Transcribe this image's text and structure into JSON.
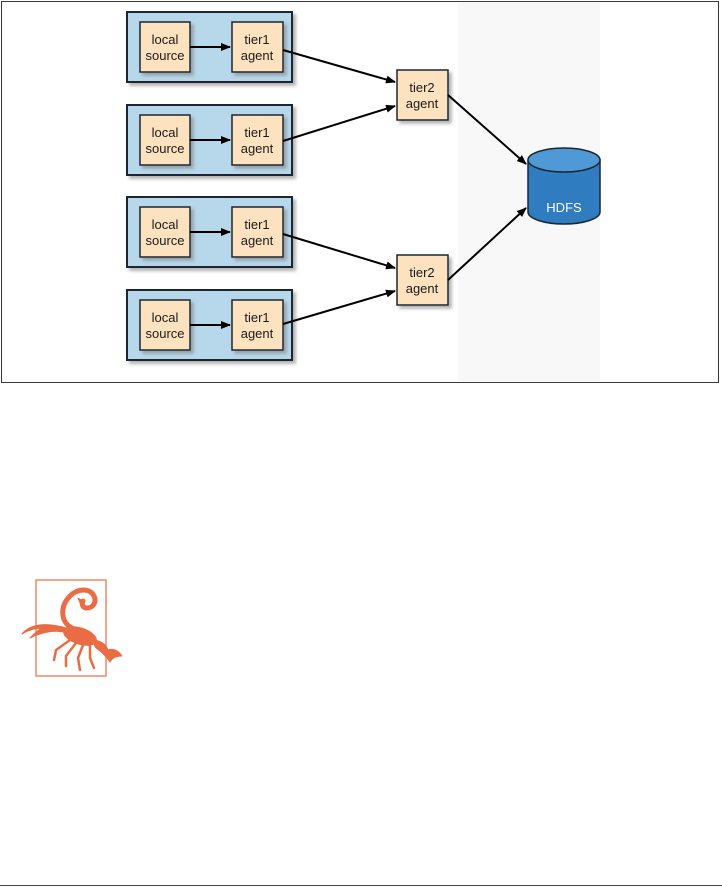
{
  "diagram": {
    "groups": [
      {
        "source_label": [
          "local",
          "source"
        ],
        "agent_label": [
          "tier1",
          "agent"
        ]
      },
      {
        "source_label": [
          "local",
          "source"
        ],
        "agent_label": [
          "tier1",
          "agent"
        ]
      },
      {
        "source_label": [
          "local",
          "source"
        ],
        "agent_label": [
          "tier1",
          "agent"
        ]
      },
      {
        "source_label": [
          "local",
          "source"
        ],
        "agent_label": [
          "tier1",
          "agent"
        ]
      }
    ],
    "tier2_agents": [
      {
        "label": [
          "tier2",
          "agent"
        ]
      },
      {
        "label": [
          "tier2",
          "agent"
        ]
      }
    ],
    "sink": {
      "label": "HDFS"
    }
  },
  "icons": {
    "warning": "scorpion-icon"
  },
  "colors": {
    "group_fill": "#b7d7ea",
    "group_border": "#1b2630",
    "node_fill": "#fde2c0",
    "node_border": "#1b2630",
    "hdfs_fill": "#2f7dc0",
    "hdfs_top": "#4f9ad6",
    "scorpion": "#ea6c44"
  }
}
